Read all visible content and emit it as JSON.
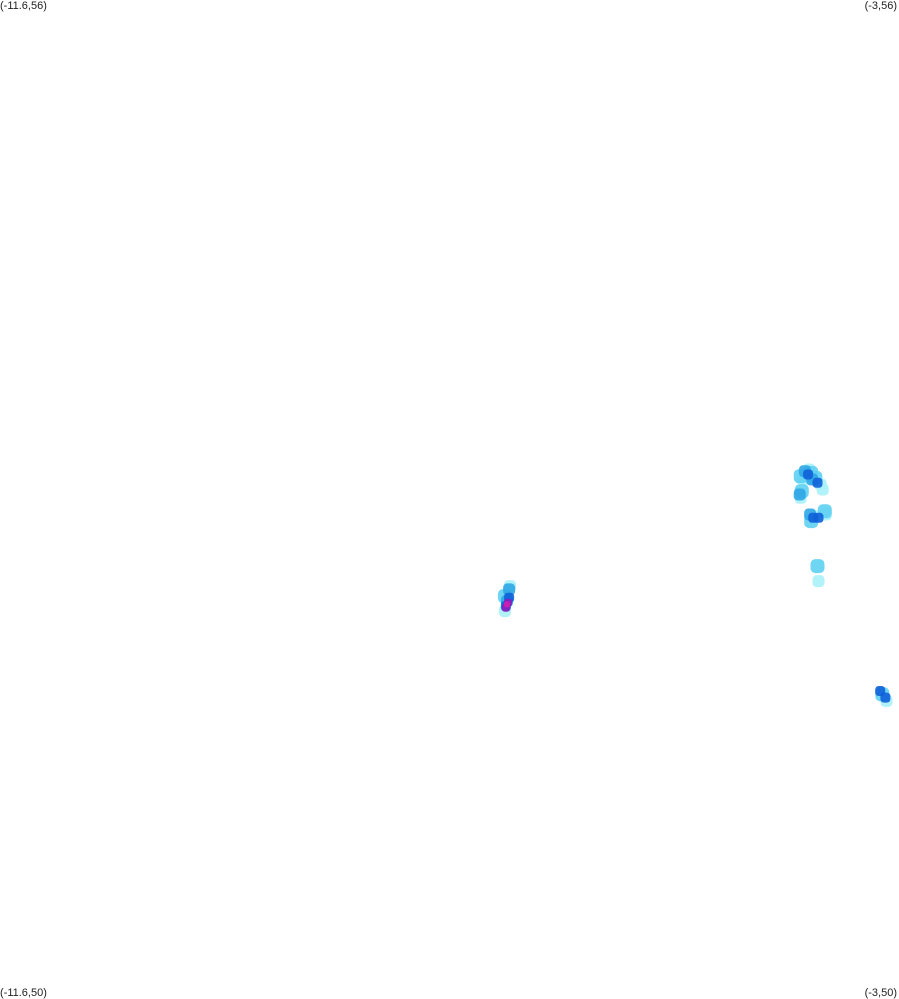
{
  "map": {
    "corners": {
      "top_left": "(-11.6,56)",
      "top_right": "(-3,56)",
      "bottom_left": "(-11.6,50)",
      "bottom_right": "(-3,50)"
    },
    "bounds": {
      "lon_min": -11.6,
      "lon_max": -3,
      "lat_min": 50,
      "lat_max": 56
    },
    "intensity_colors": {
      "light": "#aaf2fa",
      "low": "#5ed0f2",
      "medium": "#2fa6e6",
      "high": "#1060d8",
      "heavy": "#8a1ec0",
      "extreme": "#d020b0"
    },
    "precip_cells": [
      {
        "lon": -3.94,
        "lat": 53.14,
        "level": "low"
      },
      {
        "lon": -3.9,
        "lat": 53.17,
        "level": "medium"
      },
      {
        "lon": -3.87,
        "lat": 53.15,
        "level": "high"
      },
      {
        "lon": -3.92,
        "lat": 53.12,
        "level": "light"
      },
      {
        "lon": -3.86,
        "lat": 53.18,
        "level": "light"
      },
      {
        "lon": -3.84,
        "lat": 53.16,
        "level": "low"
      },
      {
        "lon": -3.95,
        "lat": 53.03,
        "level": "medium"
      },
      {
        "lon": -3.93,
        "lat": 53.05,
        "level": "low"
      },
      {
        "lon": -3.94,
        "lat": 53.01,
        "level": "light"
      },
      {
        "lon": -3.83,
        "lat": 53.12,
        "level": "medium"
      },
      {
        "lon": -3.78,
        "lat": 53.1,
        "level": "high"
      },
      {
        "lon": -3.8,
        "lat": 53.13,
        "level": "low"
      },
      {
        "lon": -3.75,
        "lat": 53.09,
        "level": "light"
      },
      {
        "lon": -3.85,
        "lat": 52.91,
        "level": "medium"
      },
      {
        "lon": -3.82,
        "lat": 52.89,
        "level": "high"
      },
      {
        "lon": -3.84,
        "lat": 52.87,
        "level": "low"
      },
      {
        "lon": -3.79,
        "lat": 52.9,
        "level": "light"
      },
      {
        "lon": -3.77,
        "lat": 52.89,
        "level": "high"
      },
      {
        "lon": -3.73,
        "lat": 53.06,
        "level": "light"
      },
      {
        "lon": -3.71,
        "lat": 52.93,
        "level": "low"
      },
      {
        "lon": -3.7,
        "lat": 52.91,
        "level": "light"
      },
      {
        "lon": -3.78,
        "lat": 52.6,
        "level": "low"
      },
      {
        "lon": -3.77,
        "lat": 52.51,
        "level": "light"
      },
      {
        "lon": -3.18,
        "lat": 51.85,
        "level": "high"
      },
      {
        "lon": -3.13,
        "lat": 51.81,
        "level": "high"
      },
      {
        "lon": -3.12,
        "lat": 51.79,
        "level": "light"
      },
      {
        "lon": -3.16,
        "lat": 51.83,
        "level": "low"
      },
      {
        "lon": -6.77,
        "lat": 52.42,
        "level": "low"
      },
      {
        "lon": -6.73,
        "lat": 52.46,
        "level": "medium"
      },
      {
        "lon": -6.75,
        "lat": 52.39,
        "level": "medium"
      },
      {
        "lon": -6.76,
        "lat": 52.36,
        "level": "high"
      },
      {
        "lon": -6.73,
        "lat": 52.41,
        "level": "high"
      },
      {
        "lon": -6.74,
        "lat": 52.38,
        "level": "heavy"
      },
      {
        "lon": -6.76,
        "lat": 52.35,
        "level": "heavy"
      },
      {
        "lon": -6.75,
        "lat": 52.37,
        "level": "extreme"
      },
      {
        "lon": -6.72,
        "lat": 52.48,
        "level": "light"
      },
      {
        "lon": -6.77,
        "lat": 52.33,
        "level": "light"
      }
    ]
  }
}
